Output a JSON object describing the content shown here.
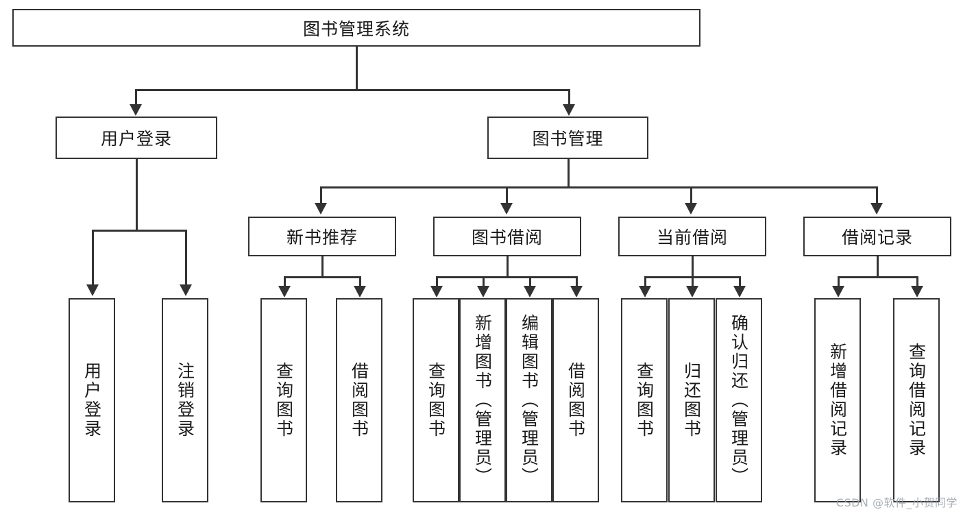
{
  "diagram": {
    "title": "图书管理系统",
    "type": "tree-hierarchy",
    "levels": {
      "root": {
        "label": "图书管理系统"
      },
      "level2": [
        {
          "label": "用户登录"
        },
        {
          "label": "图书管理"
        }
      ],
      "level3": [
        {
          "label": "新书推荐"
        },
        {
          "label": "图书借阅"
        },
        {
          "label": "当前借阅"
        },
        {
          "label": "借阅记录"
        }
      ],
      "level4": {
        "user_login": [
          {
            "label": "用户登录"
          },
          {
            "label": "注销登录"
          }
        ],
        "new_book_recommend": [
          {
            "label": "查询图书"
          },
          {
            "label": "借阅图书"
          }
        ],
        "book_borrow": [
          {
            "label": "查询图书"
          },
          {
            "label": "新增图书（管理员）"
          },
          {
            "label": "编辑图书（管理员）"
          },
          {
            "label": "借阅图书"
          }
        ],
        "current_borrow": [
          {
            "label": "查询图书"
          },
          {
            "label": "归还图书"
          },
          {
            "label": "确认归还（管理员）"
          }
        ],
        "borrow_record": [
          {
            "label": "新增借阅记录"
          },
          {
            "label": "查询借阅记录"
          }
        ]
      }
    },
    "colors": {
      "stroke": "#333333",
      "fill": "#ffffff",
      "text": "#1a1a1a",
      "watermark": "#9aa0a6"
    }
  },
  "watermark": {
    "text": "CSDN @软件_小贺同学"
  }
}
